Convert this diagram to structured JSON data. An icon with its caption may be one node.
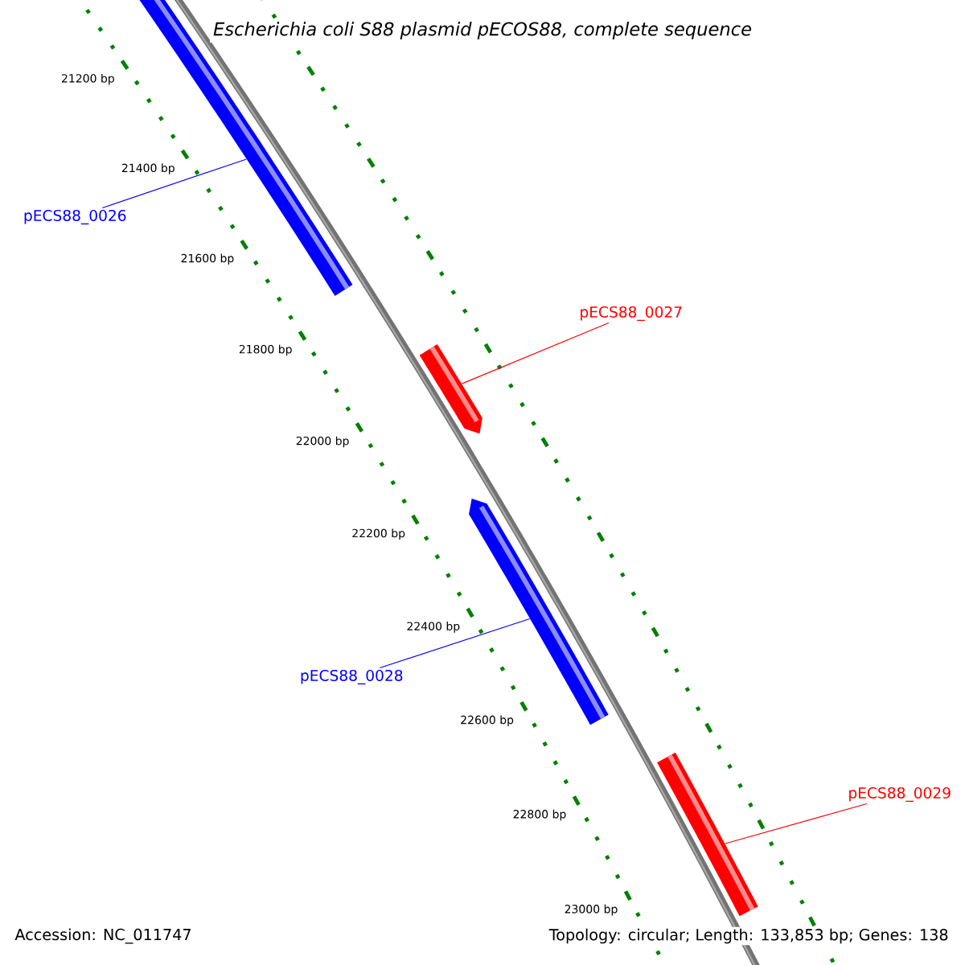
{
  "diagram": {
    "title": "Escherichia coli S88 plasmid pECOS88, complete sequence",
    "nodes": [
      {
        "text": [
          "pECS88_0026"
        ]
      },
      {
        "text": [
          "pECS88_0027"
        ]
      },
      {
        "text": [
          "pECS88_0028"
        ]
      },
      {
        "text": [
          "pECS88_0029"
        ]
      },
      {
        "text": [],
        "shape": "bar"
      },
      {
        "text": [],
        "shape": "bar"
      },
      {
        "text": [],
        "shape": "bar"
      },
      {
        "text": [],
        "shape": "bar"
      }
    ],
    "edges": [
      {
        "from": 0,
        "to": 4,
        "arrow": "none",
        "color": "#0000ff"
      },
      {
        "from": 1,
        "to": 5,
        "arrow": "none",
        "color": "#ff0000"
      },
      {
        "from": 2,
        "to": 6,
        "arrow": "none",
        "color": "#0000ff"
      },
      {
        "from": 3,
        "to": 7,
        "arrow": "none",
        "color": "#ff0000"
      }
    ],
    "labels": [
      "21200 bp",
      "21400 bp",
      "21600 bp",
      "21800 bp",
      "22000 bp",
      "22200 bp",
      "22400 bp",
      "22600 bp",
      "22800 bp",
      "23000 bp",
      "Accession: NC_011747",
      "Topology: circular; Length: 133,853 bp; Genes: 138"
    ]
  }
}
